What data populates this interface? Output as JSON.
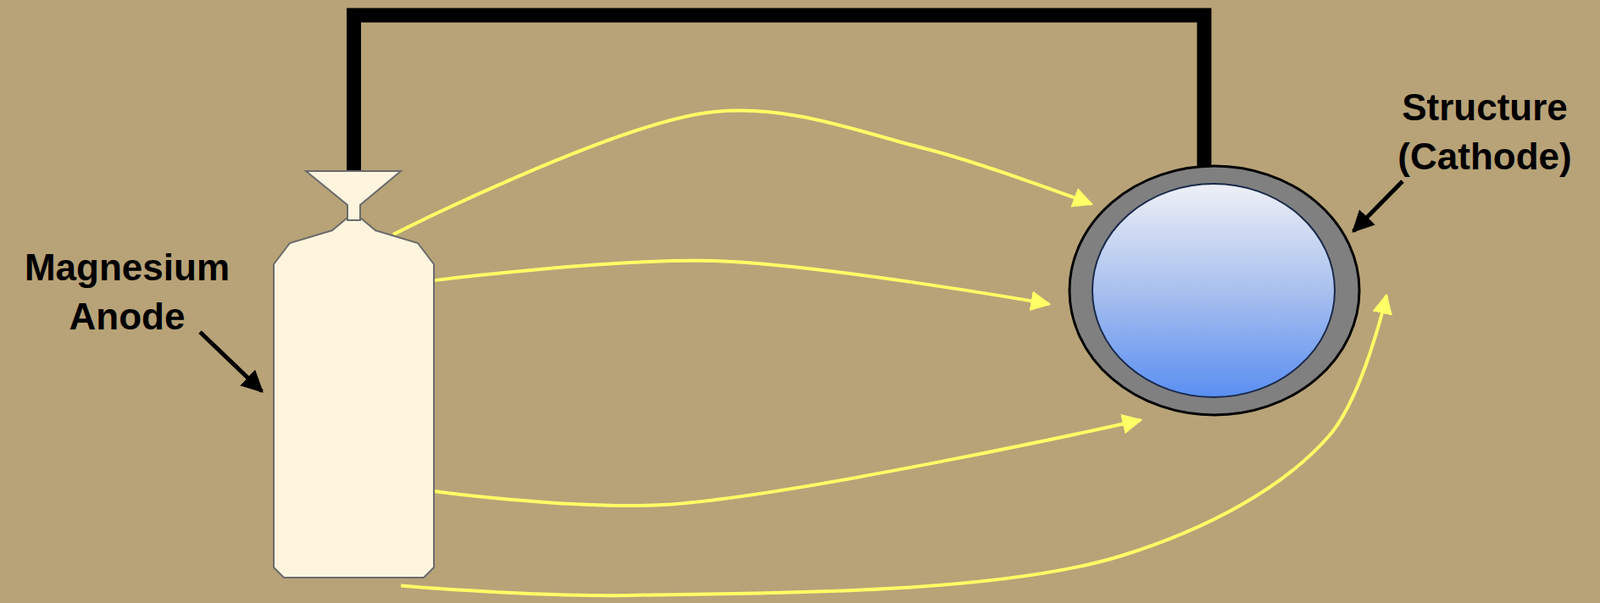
{
  "diagram": {
    "nodes": [
      {
        "text": [
          "Magnesium Anode"
        ]
      },
      {
        "text": [
          "Structure (Cathode)"
        ]
      }
    ],
    "edges": [
      {
        "from": 0,
        "to": 1,
        "arrow": "none"
      },
      {
        "from": 0,
        "to": 1,
        "arrow": "to"
      },
      {
        "from": 0,
        "to": 1,
        "arrow": "to"
      },
      {
        "from": 0,
        "to": 1,
        "arrow": "to"
      },
      {
        "from": 0,
        "to": 1,
        "arrow": "to"
      }
    ]
  }
}
